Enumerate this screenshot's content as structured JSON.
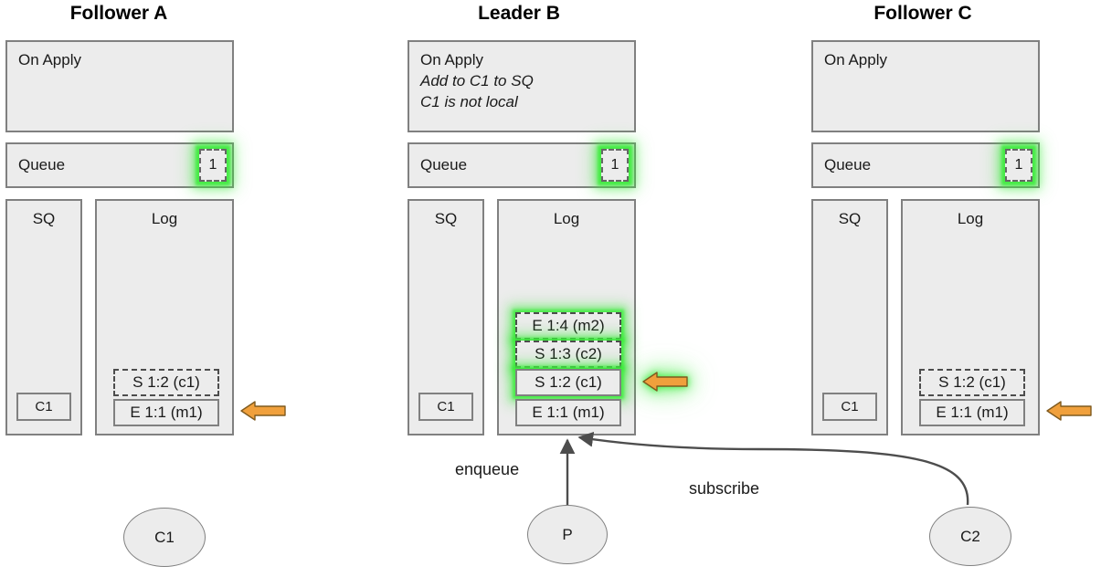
{
  "diagram": {
    "title_follower_a": "Follower A",
    "title_leader_b": "Leader B",
    "title_follower_c": "Follower C",
    "labels": {
      "on_apply": "On Apply",
      "queue": "Queue",
      "sq": "SQ",
      "log": "Log",
      "queue_badge_count": "1",
      "enqueue": "enqueue",
      "subscribe": "subscribe"
    },
    "colors": {
      "panel_fill": "#ececec",
      "panel_stroke": "#808080",
      "glow_green": "#3ceb3c",
      "arrow_orange": "#f0a03c",
      "arrow_orange_stroke": "#7f5a1e",
      "edge_gray": "#4d4d4d",
      "text": "#1a1a1a"
    },
    "nodes": {
      "follower_a": {
        "title": "Follower A",
        "on_apply": {
          "title": "On Apply",
          "notes": []
        },
        "queue": {
          "label": "Queue",
          "badge": "1",
          "badge_highlight": true
        },
        "sq": {
          "title": "SQ",
          "items": [
            "C1"
          ]
        },
        "log": {
          "title": "Log",
          "entries": [
            {
              "text": "S 1:2 (c1)",
              "style": "dashed",
              "highlight": false
            },
            {
              "text": "E 1:1 (m1)",
              "style": "solid",
              "highlight": false
            }
          ]
        },
        "commit_arrow": {
          "target": "E 1:1 (m1)",
          "highlight": false
        },
        "client": "C1"
      },
      "leader_b": {
        "title": "Leader B",
        "on_apply": {
          "title": "On Apply",
          "notes": [
            "Add to C1 to SQ",
            "C1 is not local"
          ]
        },
        "queue": {
          "label": "Queue",
          "badge": "1",
          "badge_highlight": true
        },
        "sq": {
          "title": "SQ",
          "items": [
            "C1"
          ]
        },
        "log": {
          "title": "Log",
          "entries": [
            {
              "text": "E 1:4 (m2)",
              "style": "dashed",
              "highlight": true
            },
            {
              "text": "S 1:3 (c2)",
              "style": "dashed",
              "highlight": true
            },
            {
              "text": "S 1:2 (c1)",
              "style": "solid",
              "highlight": true
            },
            {
              "text": "E 1:1 (m1)",
              "style": "solid",
              "highlight": false
            }
          ]
        },
        "commit_arrow": {
          "target": "S 1:2 (c1)",
          "highlight": true
        },
        "client": "P"
      },
      "follower_c": {
        "title": "Follower C",
        "on_apply": {
          "title": "On Apply",
          "notes": []
        },
        "queue": {
          "label": "Queue",
          "badge": "1",
          "badge_highlight": true
        },
        "sq": {
          "title": "SQ",
          "items": [
            "C1"
          ]
        },
        "log": {
          "title": "Log",
          "entries": [
            {
              "text": "S 1:2 (c1)",
              "style": "dashed",
              "highlight": false
            },
            {
              "text": "E 1:1 (m1)",
              "style": "solid",
              "highlight": false
            }
          ]
        },
        "commit_arrow": {
          "target": "E 1:1 (m1)",
          "highlight": false
        },
        "client": "C2"
      }
    },
    "edges": [
      {
        "label": "enqueue",
        "from": "P",
        "to": "Leader B Log"
      },
      {
        "label": "subscribe",
        "from": "C2",
        "to": "Leader B Log"
      }
    ]
  }
}
